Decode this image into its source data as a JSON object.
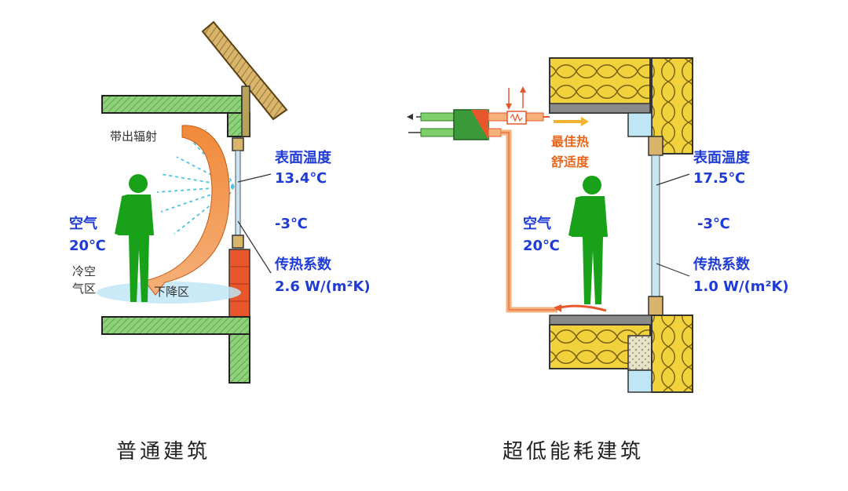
{
  "left": {
    "caption": "普通建筑",
    "radiation_label": "带出辐射",
    "surface_temp_label": "表面温度",
    "surface_temp_value": "13.4℃",
    "outside_temp": "-3℃",
    "air_label": "空气",
    "air_temp": "20℃",
    "cold_zone_line1": "冷空",
    "cold_zone_line2": "气区",
    "downdraft_label": "下降区",
    "u_label": "传热系数",
    "u_value": "2.6 W/(m²K)"
  },
  "right": {
    "caption": "超低能耗建筑",
    "comfort_line1": "最佳热",
    "comfort_line2": "舒适度",
    "surface_temp_label": "表面温度",
    "surface_temp_value": "17.5℃",
    "outside_temp": "-3℃",
    "air_label": "空气",
    "air_temp": "20℃",
    "u_label": "传热系数",
    "u_value": "1.0 W/(m²K)"
  },
  "colors": {
    "wall_green": "#6fbf5a",
    "insulation_yellow": "#f2d23c",
    "person_green": "#1aa11a",
    "label_blue": "#1f3bd6",
    "comfort_orange": "#e8651a",
    "brick": "#e8572c"
  }
}
